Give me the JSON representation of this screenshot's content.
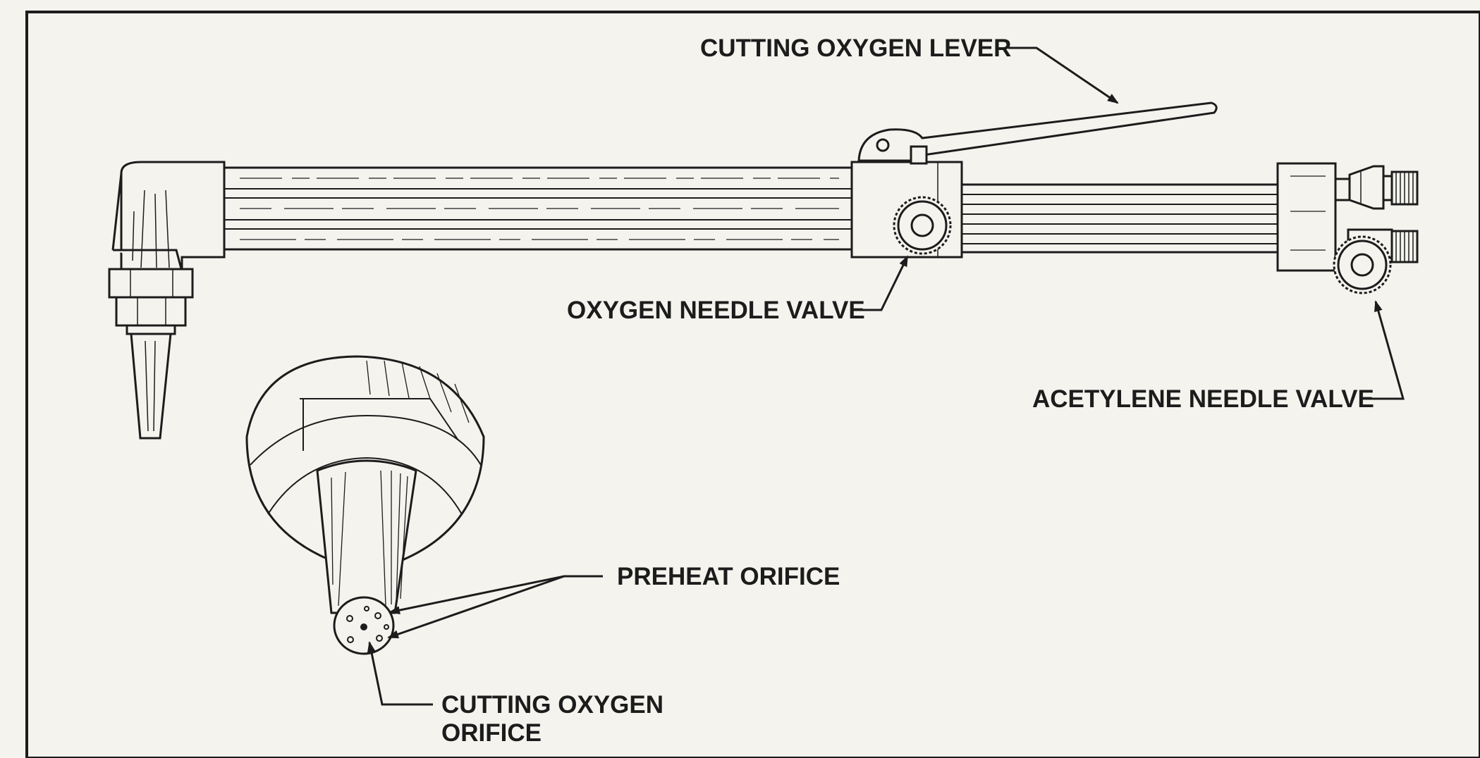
{
  "labels": {
    "cutting_oxygen_lever": "CUTTING OXYGEN LEVER",
    "oxygen_needle_valve": "OXYGEN NEEDLE VALVE",
    "acetylene_needle_valve": "ACETYLENE NEEDLE VALVE",
    "preheat_orifice": "PREHEAT ORIFICE",
    "cutting_oxygen_orifice_line1": "CUTTING OXYGEN",
    "cutting_oxygen_orifice_line2": "ORIFICE"
  },
  "colors": {
    "ink": "#1c1c1c",
    "paper": "#f4f3ee"
  }
}
